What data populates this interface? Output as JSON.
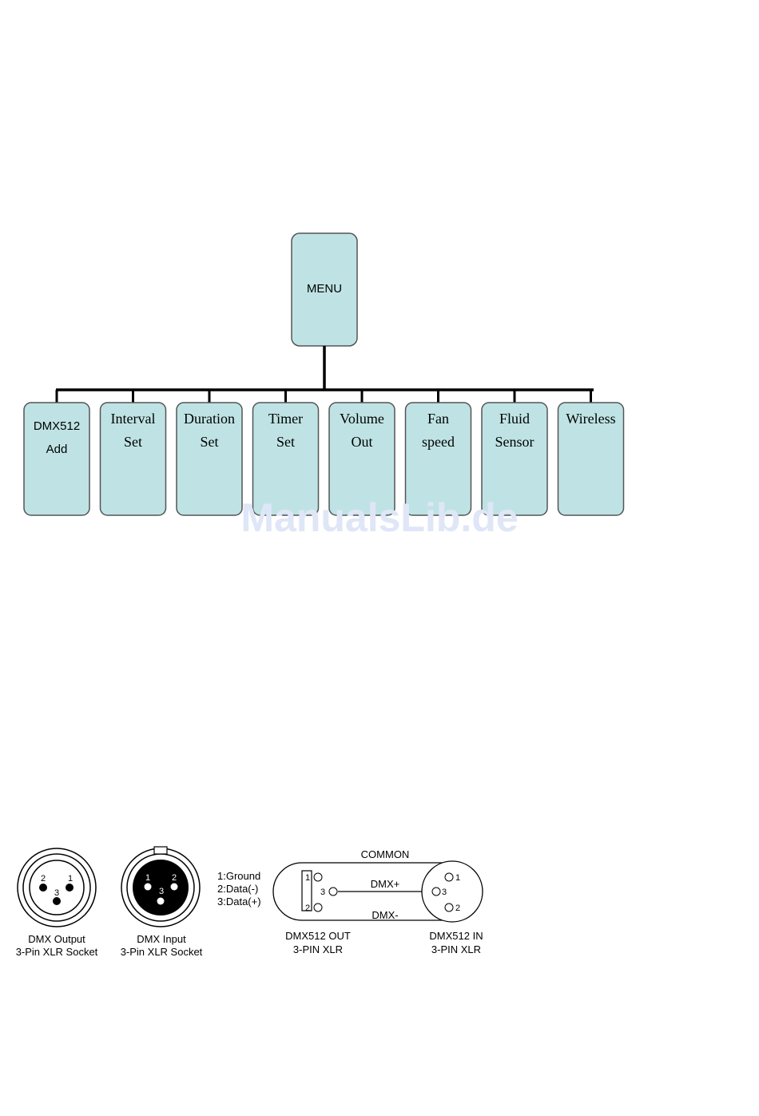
{
  "menu_tree": {
    "root": "MENU",
    "children": [
      {
        "line1": "DMX512",
        "line2": "Add",
        "font": "sans"
      },
      {
        "line1": "Interval",
        "line2": "Set",
        "font": "serif"
      },
      {
        "line1": "Duration",
        "line2": "Set",
        "font": "serif"
      },
      {
        "line1": "Timer",
        "line2": "Set",
        "font": "serif"
      },
      {
        "line1": "Volume",
        "line2": "Out",
        "font": "serif"
      },
      {
        "line1": "Fan",
        "line2": "speed",
        "font": "serif"
      },
      {
        "line1": "Fluid",
        "line2": "Sensor",
        "font": "serif"
      },
      {
        "line1": "Wireless",
        "line2": "",
        "font": "serif"
      }
    ],
    "box_fill": "#bfe3e4",
    "box_stroke": "#555555"
  },
  "watermark": "ManualsLib.de",
  "connectors": {
    "output": {
      "pins": [
        "2",
        "1",
        "3"
      ],
      "caption1": "DMX Output",
      "caption2": "3-Pin XLR Socket"
    },
    "input": {
      "pins": [
        "1",
        "2",
        "3"
      ],
      "caption1": "DMX Input",
      "caption2": "3-Pin XLR Socket"
    },
    "legend": [
      "1:Ground",
      "2:Data(-)",
      "3:Data(+)"
    ]
  },
  "wiring": {
    "common_label": "COMMON",
    "dmx_plus_label": "DMX+",
    "dmx_minus_label": "DMX-",
    "out_pins": [
      "1",
      "3",
      "2"
    ],
    "in_pins": [
      "1",
      "3",
      "2"
    ],
    "out_caption1": "DMX512 OUT",
    "out_caption2": "3-PIN XLR",
    "in_caption1": "DMX512 IN",
    "in_caption2": "3-PIN XLR"
  }
}
